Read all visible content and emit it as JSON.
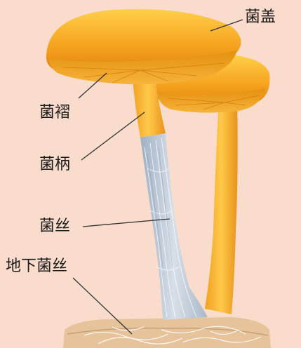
{
  "labels": {
    "cap": "菌盖",
    "gills": "菌褶",
    "stalk": "菌柄",
    "hyphae": "菌丝",
    "underground_hyphae": "地下菌丝"
  },
  "colors": {
    "background": "#f9dccb",
    "cap": "#f5a623",
    "stalk": "#f7b733",
    "hyphae": "#b9c6d4",
    "soil": "#e9c9a3"
  }
}
